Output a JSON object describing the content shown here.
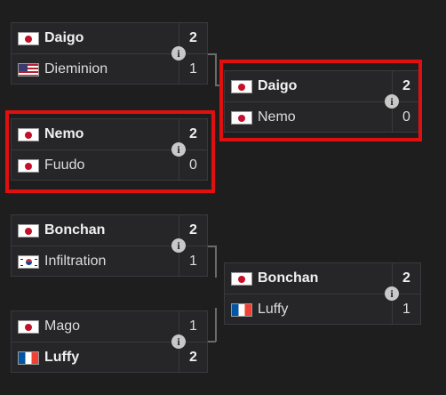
{
  "bracket": {
    "round1": [
      {
        "players": [
          {
            "flag": "jp",
            "name": "Daigo",
            "score": "2",
            "winner": true
          },
          {
            "flag": "us",
            "name": "Dieminion",
            "score": "1",
            "winner": false
          }
        ]
      },
      {
        "players": [
          {
            "flag": "jp",
            "name": "Nemo",
            "score": "2",
            "winner": true
          },
          {
            "flag": "jp",
            "name": "Fuudo",
            "score": "0",
            "winner": false
          }
        ]
      },
      {
        "players": [
          {
            "flag": "jp",
            "name": "Bonchan",
            "score": "2",
            "winner": true
          },
          {
            "flag": "kr",
            "name": "Infiltration",
            "score": "1",
            "winner": false
          }
        ]
      },
      {
        "players": [
          {
            "flag": "jp",
            "name": "Mago",
            "score": "1",
            "winner": false
          },
          {
            "flag": "fr",
            "name": "Luffy",
            "score": "2",
            "winner": true
          }
        ]
      }
    ],
    "round2": [
      {
        "players": [
          {
            "flag": "jp",
            "name": "Daigo",
            "score": "2",
            "winner": true
          },
          {
            "flag": "jp",
            "name": "Nemo",
            "score": "0",
            "winner": false
          }
        ]
      },
      {
        "players": [
          {
            "flag": "jp",
            "name": "Bonchan",
            "score": "2",
            "winner": true
          },
          {
            "flag": "fr",
            "name": "Luffy",
            "score": "1",
            "winner": false
          }
        ]
      }
    ],
    "info_glyph": "i",
    "highlight_color": "#e01010"
  }
}
